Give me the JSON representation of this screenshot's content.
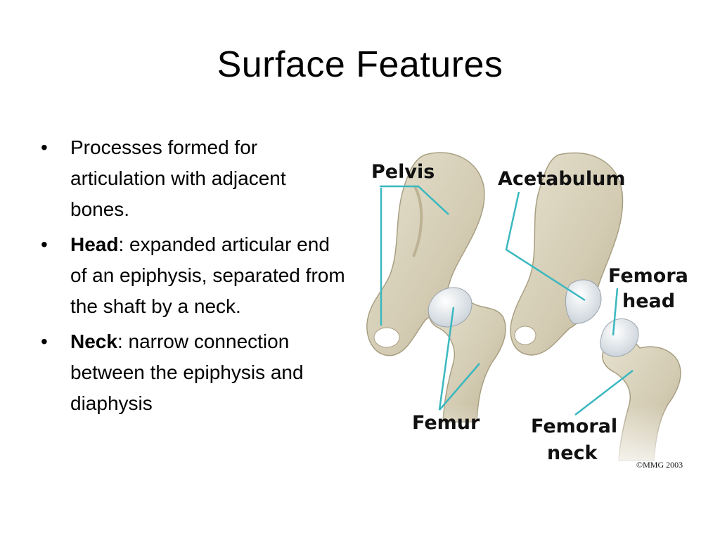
{
  "slide": {
    "title": "Surface Features",
    "bullets": [
      {
        "term": "",
        "separator": "",
        "text": "Processes formed for articulation with adjacent bones."
      },
      {
        "term": "Head",
        "separator": ":",
        "text": " expanded articular end of an epiphysis, separated from the shaft by a neck."
      },
      {
        "term": "Neck",
        "separator": ":",
        "text": " narrow connection between the epiphysis and diaphysis"
      }
    ],
    "bullet_glyph": "•"
  },
  "figure": {
    "labels": {
      "pelvis": "Pelvis",
      "acetabulum": "Acetabulum",
      "femoral_head_1": "Femoral",
      "femoral_head_2": "head",
      "femur": "Femur",
      "femoral_neck_1": "Femoral",
      "femoral_neck_2": "neck"
    },
    "copyright": "©MMG 2003",
    "colors": {
      "bone": "#d8d2bd",
      "bone_shadow": "#b9b197",
      "cartilage": "#eef1f4",
      "pointer": "#3ab8bf"
    }
  }
}
